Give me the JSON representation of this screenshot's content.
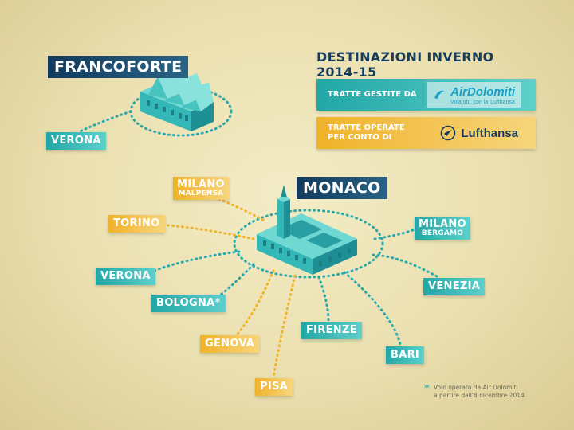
{
  "title": "DESTINAZIONI INVERNO 2014-15",
  "legend": {
    "air_dolomiti": {
      "label_line1": "TRATTE GESTITE DA",
      "brand": "AirDolomiti",
      "brand_tag_line1": "Volando",
      "brand_tag_line2": "con la",
      "brand_tag_line3": "Lufthansa",
      "color": "#2aa9ab"
    },
    "lufthansa": {
      "label_line1": "TRATTE OPERATE",
      "label_line2": "PER CONTO DI",
      "brand": "Lufthansa",
      "color": "#f0b429"
    }
  },
  "hubs": {
    "frankfurt": {
      "label": "FRANCOFORTE",
      "color": "#123a5c"
    },
    "munich": {
      "label": "MONACO",
      "color": "#123a5c"
    }
  },
  "destinations": {
    "verona_frankfurt": {
      "label": "VERONA",
      "sub": "",
      "operator": "air_dolomiti"
    },
    "milano_malpensa": {
      "label": "MILANO",
      "sub": "MALPENSA",
      "operator": "lufthansa"
    },
    "torino": {
      "label": "TORINO",
      "sub": "",
      "operator": "lufthansa"
    },
    "verona_munich": {
      "label": "VERONA",
      "sub": "",
      "operator": "air_dolomiti"
    },
    "bologna": {
      "label": "BOLOGNA",
      "sub": "",
      "marker": "*",
      "operator": "air_dolomiti"
    },
    "genova": {
      "label": "GENOVA",
      "sub": "",
      "operator": "lufthansa"
    },
    "pisa": {
      "label": "PISA",
      "sub": "",
      "operator": "lufthansa"
    },
    "firenze": {
      "label": "FIRENZE",
      "sub": "",
      "operator": "air_dolomiti"
    },
    "bari": {
      "label": "BARI",
      "sub": "",
      "operator": "air_dolomiti"
    },
    "venezia": {
      "label": "VENEZIA",
      "sub": "",
      "operator": "air_dolomiti"
    },
    "milano_bergamo": {
      "label": "MILANO",
      "sub": "BERGAMO",
      "operator": "air_dolomiti"
    }
  },
  "footnote": {
    "marker": "*",
    "line1": "Volo operato da Air Dolomiti",
    "line2": "a partire dall'8 dicembre 2014"
  }
}
